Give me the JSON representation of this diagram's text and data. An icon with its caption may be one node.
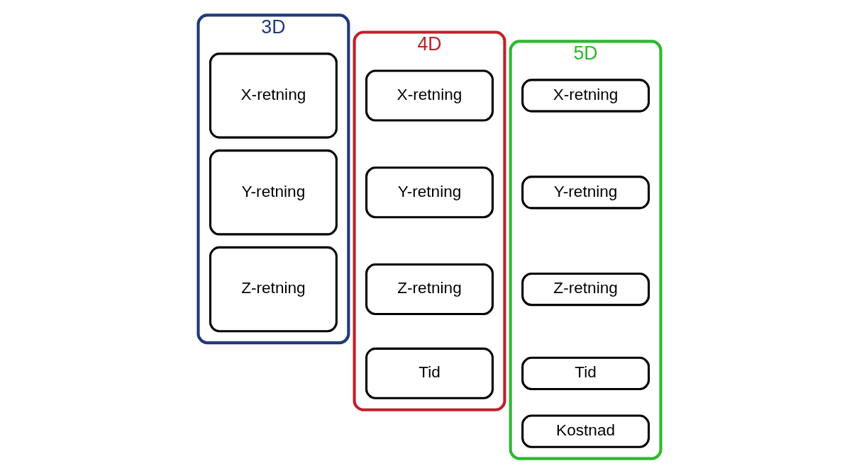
{
  "diagram": {
    "nodes": [
      {
        "text": [
          "3D"
        ]
      },
      {
        "text": [
          "X-retning"
        ],
        "in": 0
      },
      {
        "text": [
          "Y-retning"
        ],
        "in": 0
      },
      {
        "text": [
          "Z-retning"
        ],
        "in": 0
      },
      {
        "text": [
          "4D"
        ]
      },
      {
        "text": [
          "X-retning"
        ],
        "in": 4
      },
      {
        "text": [
          "Y-retning"
        ],
        "in": 4
      },
      {
        "text": [
          "Z-retning"
        ],
        "in": 4
      },
      {
        "text": [
          "Tid"
        ],
        "in": 4
      },
      {
        "text": [
          "5D"
        ]
      },
      {
        "text": [
          "X-retning"
        ],
        "in": 9
      },
      {
        "text": [
          "Y-retning"
        ],
        "in": 9
      },
      {
        "text": [
          "Z-retning"
        ],
        "in": 9
      },
      {
        "text": [
          "Tid"
        ],
        "in": 9
      },
      {
        "text": [
          "Kostnad"
        ],
        "in": 9
      }
    ],
    "edges": []
  }
}
